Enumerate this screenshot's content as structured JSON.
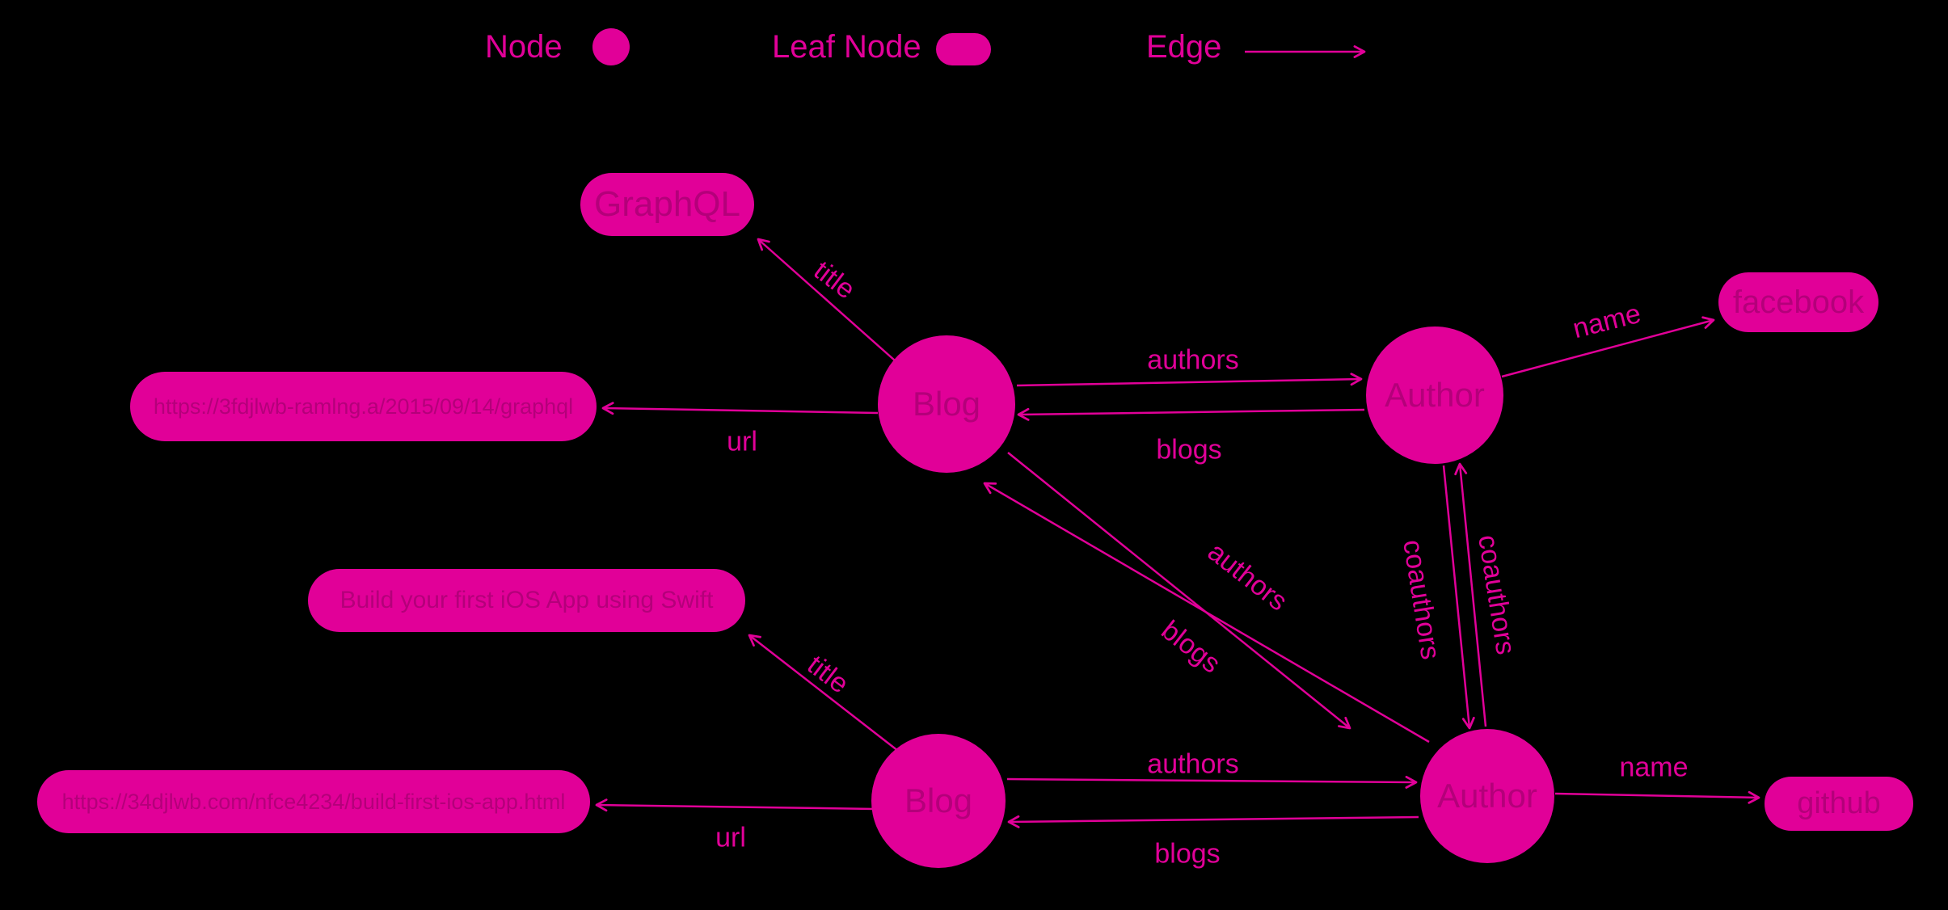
{
  "colors": {
    "background": "#000000",
    "accent": "#e10098",
    "node_fill": "#e10098",
    "node_inner_text": "#b4007a"
  },
  "legend": {
    "node_label": "Node",
    "leaf_node_label": "Leaf Node",
    "edge_label": "Edge"
  },
  "nodes": [
    {
      "id": "blog-top",
      "label": "Blog"
    },
    {
      "id": "author-top",
      "label": "Author"
    },
    {
      "id": "blog-bottom",
      "label": "Blog"
    },
    {
      "id": "author-bottom",
      "label": "Author"
    }
  ],
  "leaves": [
    {
      "id": "title-top-leaf",
      "label": "GraphQL"
    },
    {
      "id": "url-top-leaf",
      "label": "https://3fdjlwb-ramlng.a/2015/09/14/graphql"
    },
    {
      "id": "name-top-leaf",
      "label": "facebook"
    },
    {
      "id": "title-bottom-leaf",
      "label": "Build your first iOS App using Swift"
    },
    {
      "id": "url-bottom-leaf",
      "label": "https://34djlwb.com/nfce4234/build-first-ios-app.html"
    },
    {
      "id": "name-bottom-leaf",
      "label": "github"
    }
  ],
  "edges": [
    {
      "id": "title-top",
      "label": "title",
      "from": "blog-top",
      "to": "title-top-leaf"
    },
    {
      "id": "url-top",
      "label": "url",
      "from": "blog-top",
      "to": "url-top-leaf"
    },
    {
      "id": "authors-top",
      "label": "authors",
      "from": "blog-top",
      "to": "author-top"
    },
    {
      "id": "blogs-top",
      "label": "blogs",
      "from": "author-top",
      "to": "blog-top"
    },
    {
      "id": "name-top",
      "label": "name",
      "from": "author-top",
      "to": "name-top-leaf"
    },
    {
      "id": "authors-diagonal",
      "label": "authors",
      "from": "blog-top",
      "to": "author-bottom"
    },
    {
      "id": "blogs-diagonal",
      "label": "blogs",
      "from": "author-bottom",
      "to": "blog-top"
    },
    {
      "id": "coauthors-down",
      "label": "coauthors",
      "from": "author-top",
      "to": "author-bottom"
    },
    {
      "id": "coauthors-up",
      "label": "coauthors",
      "from": "author-bottom",
      "to": "author-top"
    },
    {
      "id": "title-bottom",
      "label": "title",
      "from": "blog-bottom",
      "to": "title-bottom-leaf"
    },
    {
      "id": "url-bottom",
      "label": "url",
      "from": "blog-bottom",
      "to": "url-bottom-leaf"
    },
    {
      "id": "authors-bottom",
      "label": "authors",
      "from": "blog-bottom",
      "to": "author-bottom"
    },
    {
      "id": "blogs-bottom",
      "label": "blogs",
      "from": "author-bottom",
      "to": "blog-bottom"
    },
    {
      "id": "name-bottom",
      "label": "name",
      "from": "author-bottom",
      "to": "name-bottom-leaf"
    }
  ]
}
